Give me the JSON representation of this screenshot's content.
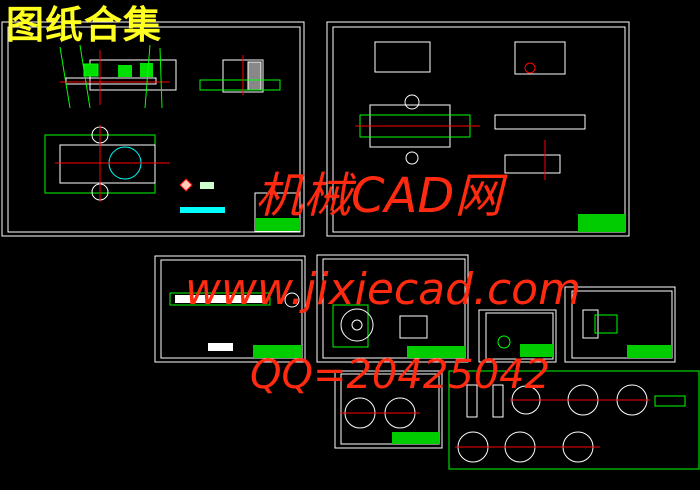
{
  "title": "图纸合集",
  "watermark": {
    "site_name": "机械CAD网",
    "url": "www.jixiecad.com",
    "qq": "QQ=20425042"
  },
  "colors": {
    "background": "#000000",
    "sheet_border": "#ffffff",
    "geometry": "#ffffff",
    "dimensions": "#00ff00",
    "centerlines": "#ff0000",
    "hidden": "#00ffff",
    "title_text": "#ffff20",
    "watermark": "#ff2a10"
  }
}
